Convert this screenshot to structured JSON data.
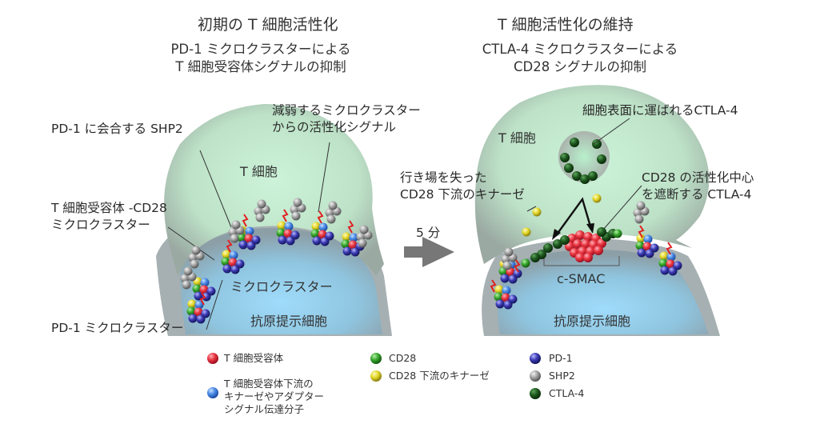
{
  "left_panel": {
    "title": "初期の T 細胞活性化",
    "subtitle_line1": "PD-1 ミクロクラスターによる",
    "subtitle_line2": "T 細胞受容体シグナルの抑制",
    "labels": {
      "shp2_binding": "PD-1 に会合する SHP2",
      "attenuating_line1": "減弱するミクロクラスター",
      "attenuating_line2": "からの活性化シグナル",
      "tcr_cd28_line1": "T 細胞受容体 -CD28",
      "tcr_cd28_line2": "ミクロクラスター",
      "pd1_microcluster": "PD-1 ミクロクラスター",
      "t_cell": "T 細胞",
      "microcluster": "ミクロクラスター",
      "apc": "抗原提示細胞"
    }
  },
  "transition": {
    "time_label": "5 分",
    "arrow_icon": "right-arrow-icon"
  },
  "right_panel": {
    "title": "T 細胞活性化の維持",
    "subtitle_line1": "CTLA-4 ミクロクラスターによる",
    "subtitle_line2": "CD28 シグナルの抑制",
    "labels": {
      "ctla4_surface": "細胞表面に運ばれるCTLA-4",
      "t_cell": "T 細胞",
      "lost_kinase_line1": "行き場を失った",
      "lost_kinase_line2": "CD28 下流のキナーゼ",
      "ctla4_block_line1": "CD28 の活性化中心",
      "ctla4_block_line2": "を遮断する CTLA-4",
      "csmac": "c-SMAC",
      "apc": "抗原提示細胞"
    }
  },
  "legend": {
    "items": [
      {
        "name": "tcr",
        "label": "T 細胞受容体",
        "color": "#e0303c"
      },
      {
        "name": "tcr-downstream",
        "label_line1": "T 細胞受容体下流の",
        "label_line2": "キナーゼやアダプター",
        "label_line3": "シグナル伝達分子",
        "color": "#3d7fe0"
      },
      {
        "name": "cd28",
        "label": "CD28",
        "color": "#2e9a2a"
      },
      {
        "name": "cd28-kinase",
        "label": "CD28 下流のキナーゼ",
        "color": "#e3d52a"
      },
      {
        "name": "pd1",
        "label": "PD-1",
        "color": "#3a3aa8"
      },
      {
        "name": "shp2",
        "label": "SHP2",
        "color": "#9a9a9a"
      },
      {
        "name": "ctla4",
        "label": "CTLA-4",
        "color": "#1f5a1f"
      }
    ]
  },
  "colors": {
    "t_cell_fill": "#c9ecd3",
    "apc_fill": "#9fd0ee",
    "membrane_gray": "#a9b0b0",
    "signal_red": "#e02020"
  }
}
